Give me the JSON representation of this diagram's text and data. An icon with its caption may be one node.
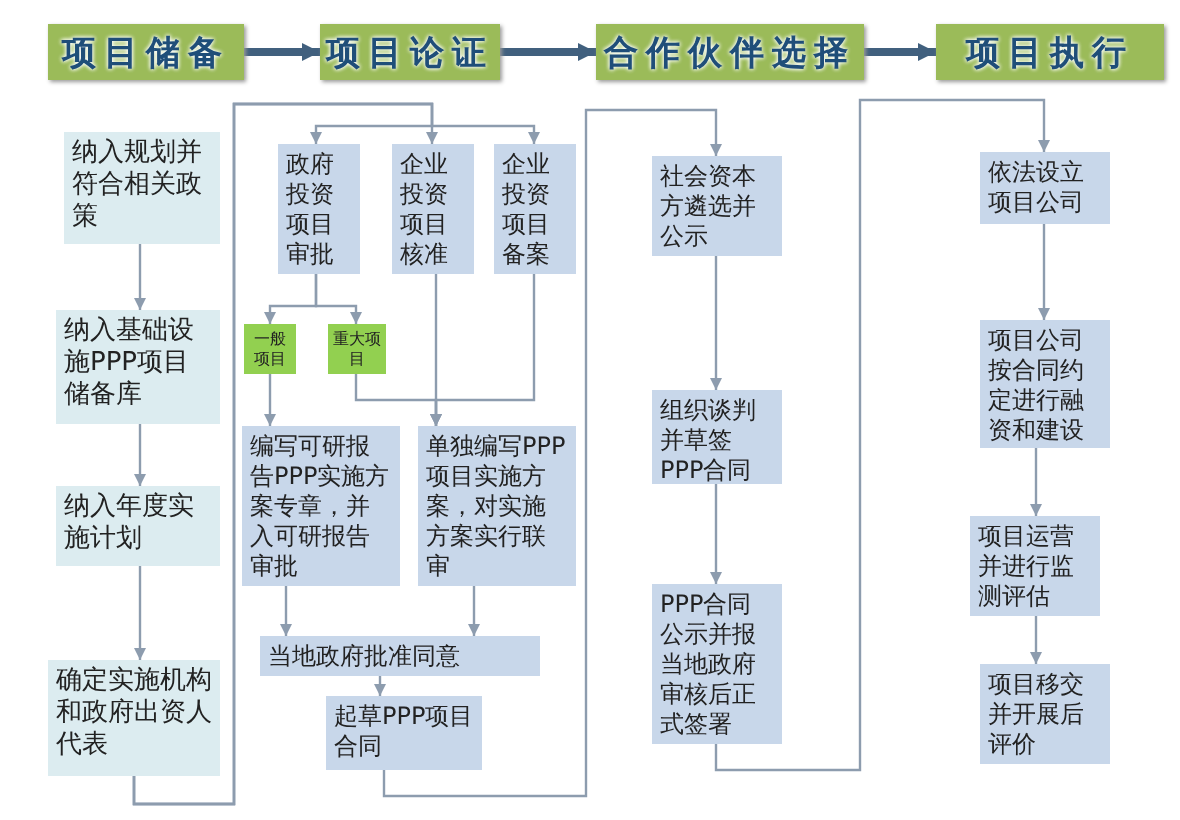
{
  "diagram": {
    "nodes": [
      {
        "text": [
          "项目储备"
        ]
      },
      {
        "text": [
          "项目论证"
        ]
      },
      {
        "text": [
          "合作伙伴选择"
        ]
      },
      {
        "text": [
          "项目执行"
        ]
      },
      {
        "text": [
          "纳入规划并符合相关政策"
        ]
      },
      {
        "text": [
          "纳入基础设施PPP项目储备库"
        ]
      },
      {
        "text": [
          "纳入年度实施计划"
        ]
      },
      {
        "text": [
          "确定实施机构和政府出资人代表"
        ]
      },
      {
        "text": [
          "政府投资项目审批"
        ]
      },
      {
        "text": [
          "企业投资项目核准"
        ]
      },
      {
        "text": [
          "企业投资项目备案"
        ]
      },
      {
        "text": [
          "一般项目"
        ]
      },
      {
        "text": [
          "重大项目"
        ]
      },
      {
        "text": [
          "编写可研报告PPP实施方案专章，并入可研报告审批"
        ]
      },
      {
        "text": [
          "单独编写PPP项目实施方案，对实施方案实行联审"
        ]
      },
      {
        "text": [
          "当地政府批准同意"
        ]
      },
      {
        "text": [
          "起草PPP项目合同"
        ]
      },
      {
        "text": [
          "社会资本方遴选并公示"
        ]
      },
      {
        "text": [
          "组织谈判并草签PPP合同"
        ]
      },
      {
        "text": [
          "PPP合同公示并报当地政府审核后正式签署"
        ]
      },
      {
        "text": [
          "依法设立项目公司"
        ]
      },
      {
        "text": [
          "项目公司按合同约定进行融资和建设"
        ]
      },
      {
        "text": [
          "项目运营并进行监测评估"
        ]
      },
      {
        "text": [
          "项目移交并开展后评价"
        ]
      }
    ],
    "edges": [
      {
        "from": 0,
        "to": 1,
        "arrow": "to",
        "style": "thick",
        "color": "#41607e"
      },
      {
        "from": 1,
        "to": 2,
        "arrow": "to",
        "style": "thick",
        "color": "#41607e"
      },
      {
        "from": 2,
        "to": 3,
        "arrow": "to",
        "style": "thick",
        "color": "#41607e"
      },
      {
        "from": 4,
        "to": 5,
        "arrow": "to"
      },
      {
        "from": 5,
        "to": 6,
        "arrow": "to"
      },
      {
        "from": 6,
        "to": 7,
        "arrow": "to"
      },
      {
        "from": 7,
        "to": 8,
        "arrow": "to"
      },
      {
        "from": 7,
        "to": 9,
        "arrow": "to"
      },
      {
        "from": 7,
        "to": 10,
        "arrow": "to"
      },
      {
        "from": 8,
        "to": 11,
        "arrow": "to"
      },
      {
        "from": 8,
        "to": 12,
        "arrow": "to"
      },
      {
        "from": 11,
        "to": 13,
        "arrow": "to"
      },
      {
        "from": 12,
        "to": 14,
        "arrow": "to"
      },
      {
        "from": 9,
        "to": 14,
        "arrow": "to"
      },
      {
        "from": 10,
        "to": 14,
        "arrow": "to"
      },
      {
        "from": 13,
        "to": 15,
        "arrow": "to"
      },
      {
        "from": 14,
        "to": 15,
        "arrow": "to"
      },
      {
        "from": 15,
        "to": 16,
        "arrow": "to"
      },
      {
        "from": 16,
        "to": 17,
        "arrow": "to"
      },
      {
        "from": 17,
        "to": 18,
        "arrow": "to"
      },
      {
        "from": 18,
        "to": 19,
        "arrow": "to"
      },
      {
        "from": 19,
        "to": 20,
        "arrow": "to"
      },
      {
        "from": 20,
        "to": 21,
        "arrow": "to"
      },
      {
        "from": 21,
        "to": 22,
        "arrow": "to"
      },
      {
        "from": 22,
        "to": 23,
        "arrow": "to"
      }
    ]
  }
}
